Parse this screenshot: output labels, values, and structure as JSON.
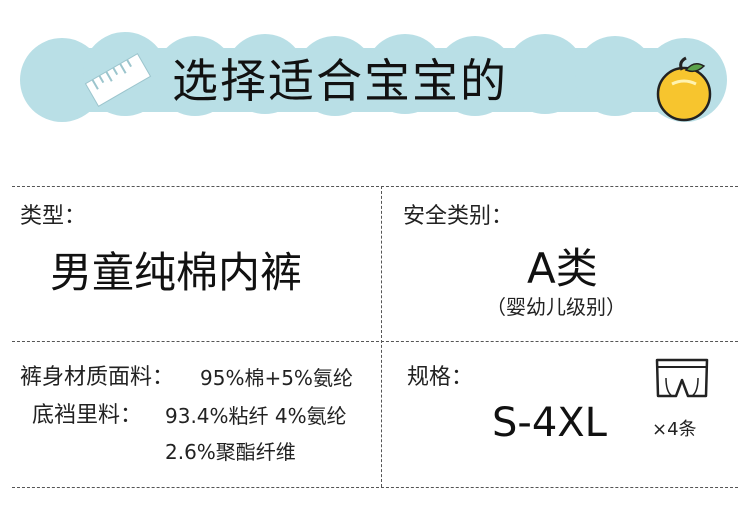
{
  "header": {
    "title": "选择适合宝宝的",
    "banner_color": "#b9dfe6",
    "ruler_icon": "ruler-icon",
    "fruit_icon": "orange-fruit-icon"
  },
  "cells": {
    "type": {
      "label": "类型：",
      "value": "男童纯棉内裤"
    },
    "safety": {
      "label": "安全类别：",
      "value": "A类",
      "note": "（婴幼儿级别）"
    },
    "material": {
      "body_label": "裤身材质面料：",
      "body_value": "95%棉+5%氨纶",
      "crotch_label": "底裆里料：",
      "crotch_value_1": "93.4%粘纤 4%氨纶",
      "crotch_value_2": "2.6%聚酯纤维"
    },
    "spec": {
      "label": "规格：",
      "size": "S-4XL",
      "count": "×4条",
      "icon": "boxer-briefs-icon"
    }
  }
}
